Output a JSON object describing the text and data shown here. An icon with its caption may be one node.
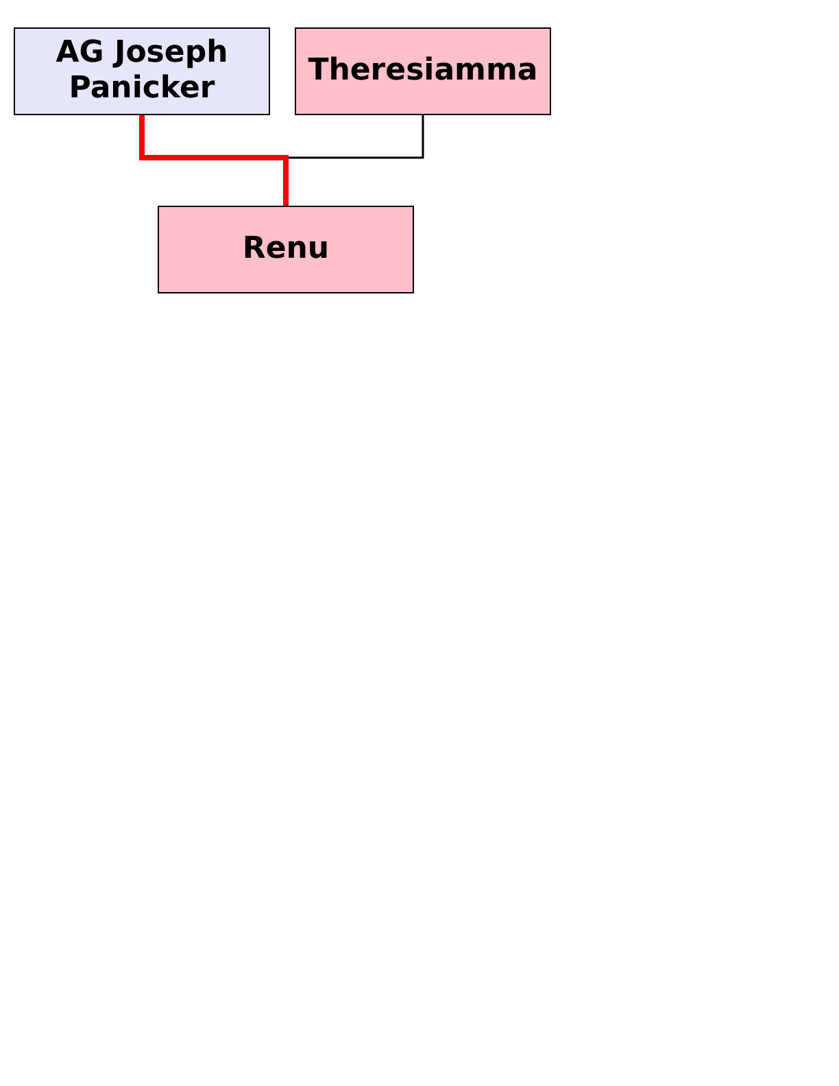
{
  "diagram": {
    "nodes": [
      {
        "text": [
          "AG Joseph Panicker"
        ]
      },
      {
        "text": [
          "Theresiamma"
        ]
      },
      {
        "text": [
          "Renu"
        ]
      }
    ],
    "edges": [
      {
        "from": 0,
        "to": 2,
        "arrow": "none",
        "style": "thick",
        "color": "#ff0000"
      },
      {
        "from": 1,
        "to": 2,
        "arrow": "none",
        "color": "#000000"
      }
    ]
  }
}
